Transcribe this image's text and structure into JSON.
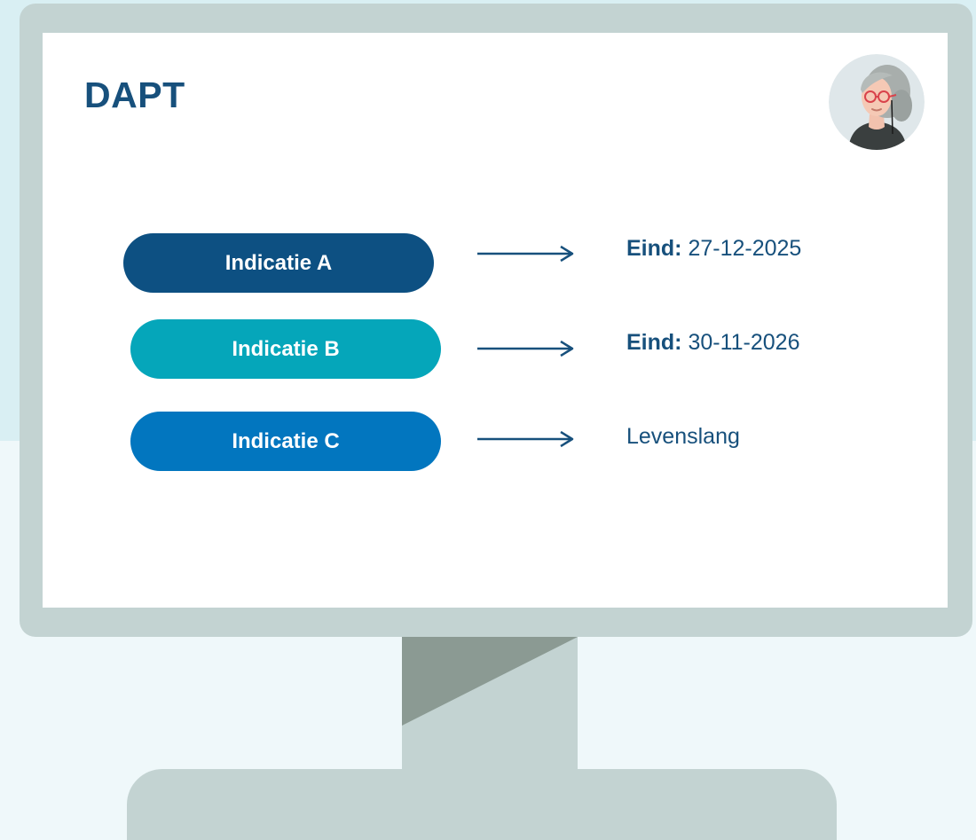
{
  "app": {
    "title": "DAPT"
  },
  "indications": [
    {
      "label": "Indicatie A",
      "end_key": "Eind:",
      "end_value": "27-12-2025",
      "color": "#0d5082"
    },
    {
      "label": "Indicatie B",
      "end_key": "Eind:",
      "end_value": "30-11-2026",
      "color": "#05a6ba"
    },
    {
      "label": "Indicatie C",
      "end_key": "",
      "end_value": "Levenslang",
      "color": "#0276bf"
    }
  ],
  "colors": {
    "title": "#17507c",
    "monitor": "#c3d3d2",
    "screen": "#ffffff",
    "arrow": "#17507c"
  },
  "icons": {
    "avatar": "elderly-woman-avatar-icon",
    "arrow": "arrow-right-icon"
  }
}
